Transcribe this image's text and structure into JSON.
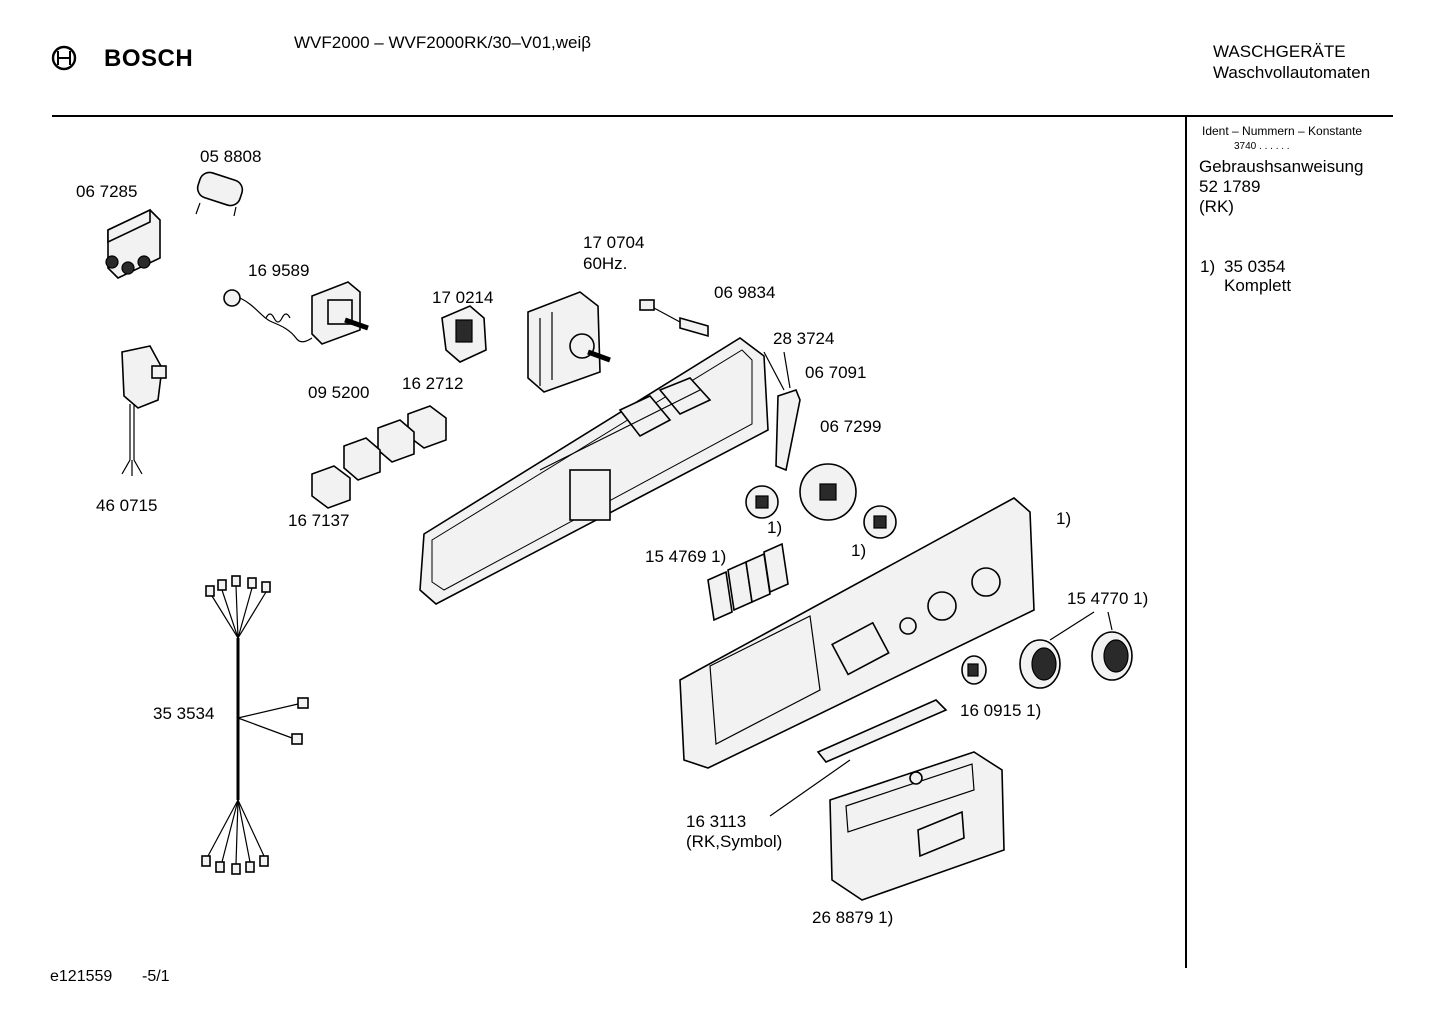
{
  "header": {
    "brand": "BOSCH",
    "model": "WVF2000 – WVF2000RK/30–V01,weiβ",
    "category": "WASCHGERÄTE",
    "subcategory": "Waschvollautomaten"
  },
  "sidebar": {
    "ident_label": "Ident – Nummern – Konstante",
    "ident_value": "3740  .  .  .  .  .  .",
    "manual_label": "Gebraushsanweisung",
    "manual_number": "52 1789",
    "manual_note": "(RK)",
    "note_marker": "1)",
    "note_number": "35 0354",
    "note_text": "Komplett"
  },
  "parts": {
    "p058808": "05 8808",
    "p067285": "06 7285",
    "p169589": "16 9589",
    "p170214": "17 0214",
    "p170704": "17 0704",
    "p170704_note": "60Hz.",
    "p069834": "06 9834",
    "p283724": "28 3724",
    "p067091": "06 7091",
    "p162712": "16 2712",
    "p095200": "09 5200",
    "p460715": "46 0715",
    "p167137": "16 7137",
    "p067299": "06 7299",
    "p154769": "15 4769 1)",
    "ref1_a": "1)",
    "ref1_b": "1)",
    "ref1_c": "1)",
    "p154770": "15 4770 1)",
    "p353534": "35 3534",
    "p160915": "16 0915 1)",
    "p163113": "16 3113",
    "p163113_note": "(RK,Symbol)",
    "p268879": "26 8879 1)"
  },
  "footer": {
    "code": "e121559",
    "page": "-5/1"
  }
}
